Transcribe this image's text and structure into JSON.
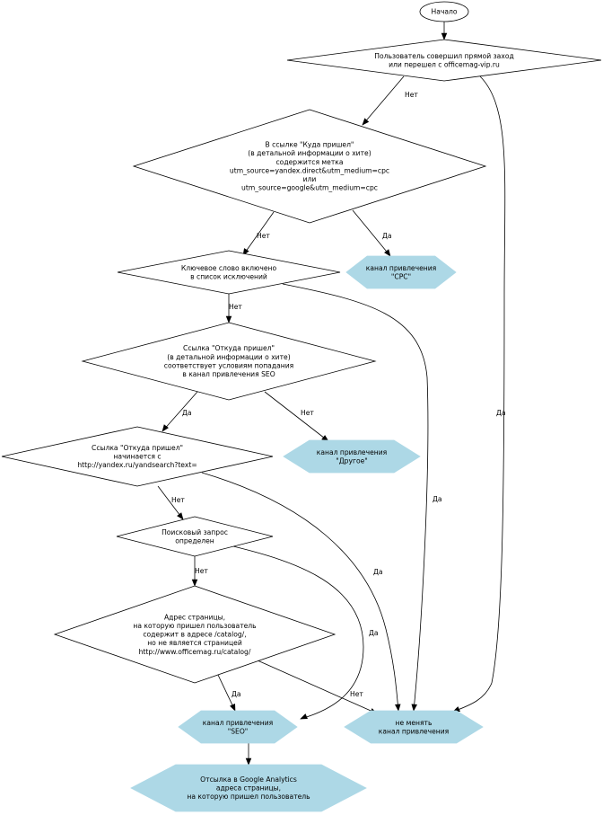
{
  "nodes": {
    "start": {
      "lines": [
        "Начало"
      ]
    },
    "direct": {
      "lines": [
        "Пользователь совершил прямой заход",
        "или перешел с officemag-vip.ru"
      ]
    },
    "utm": {
      "lines": [
        "В ссылке \"Куда пришел\"",
        "(в детальной информации о хите)",
        "содержится метка",
        "utm_source=yandex.direct&utm_medium=cpc",
        "или",
        "utm_source=google&utm_medium=cpc"
      ]
    },
    "cpc": {
      "lines": [
        "канал привлечения",
        "\"CPC\""
      ]
    },
    "keyword": {
      "lines": [
        "Ключевое слово включено",
        "в список исключений"
      ]
    },
    "seo_cond": {
      "lines": [
        "Ссылка \"Откуда пришел\"",
        "(в детальной информации о хите)",
        "соответствует условиям попадания",
        "в канал привлечения SEO"
      ]
    },
    "other": {
      "lines": [
        "канал привлечения",
        "\"Другое\""
      ]
    },
    "yandex": {
      "lines": [
        "Ссылка \"Откуда пришел\"",
        "начинается с",
        "http://yandex.ru/yandsearch?text="
      ]
    },
    "query": {
      "lines": [
        "Поисковый запрос",
        "определен"
      ]
    },
    "catalog": {
      "lines": [
        "Адрес страницы,",
        "на которую пришел пользователь",
        "содержит в адресе /catalog/,",
        "но не является страницей",
        "http://www.officemag.ru/catalog/"
      ]
    },
    "seo": {
      "lines": [
        "канал привлечения",
        "\"SEO\""
      ]
    },
    "nochange": {
      "lines": [
        "не менять",
        "канал привлечения"
      ]
    },
    "ga": {
      "lines": [
        "Отсылка в Google Analytics",
        "адреса страницы,",
        "на которую пришел пользователь"
      ]
    }
  },
  "edges": [
    {
      "id": "e-start-direct",
      "label": ""
    },
    {
      "id": "e-direct-utm",
      "label": "Нет"
    },
    {
      "id": "e-direct-nochange",
      "label": "Да"
    },
    {
      "id": "e-utm-keyword",
      "label": "Нет"
    },
    {
      "id": "e-utm-cpc",
      "label": "Да"
    },
    {
      "id": "e-keyword-seocond",
      "label": "Нет"
    },
    {
      "id": "e-keyword-nochange",
      "label": "Да"
    },
    {
      "id": "e-seocond-yandex",
      "label": "Да"
    },
    {
      "id": "e-seocond-other",
      "label": "Нет"
    },
    {
      "id": "e-yandex-query",
      "label": "Нет"
    },
    {
      "id": "e-yandex-nochange",
      "label": "Да"
    },
    {
      "id": "e-query-catalog",
      "label": "Нет"
    },
    {
      "id": "e-query-seo",
      "label": "Да"
    },
    {
      "id": "e-catalog-seo",
      "label": "Да"
    },
    {
      "id": "e-catalog-nochange",
      "label": "Нет"
    },
    {
      "id": "e-seo-ga",
      "label": ""
    }
  ]
}
